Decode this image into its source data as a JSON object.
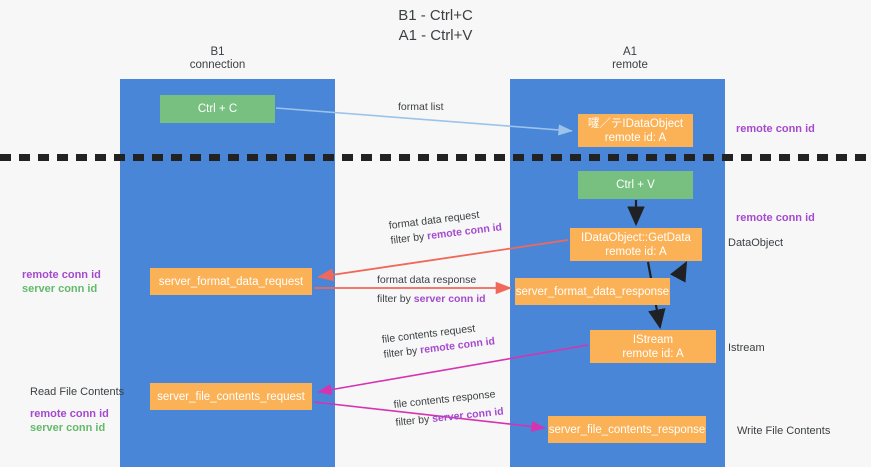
{
  "title": "B1 - Ctrl+C\nA1 - Ctrl+V",
  "columns": {
    "left": "B1\nconnection",
    "right": "A1\nremote"
  },
  "nodes": {
    "ctrl_c": "Ctrl + C",
    "idataobject": "嚺／テIDataObject\nremote id: A",
    "ctrl_v": "Ctrl + V",
    "getdata": "IDataObject::GetData\nremote id: A",
    "server_format_data_request": "server_format_data_request",
    "server_format_data_response": "server_format_data_response",
    "istream": "IStream\nremote id: A",
    "server_file_contents_request": "server_file_contents_request",
    "server_file_contents_response": "server_file_contents_response"
  },
  "edges": {
    "format_list": "format list",
    "format_data_request": "format data request",
    "format_data_request_filter_prefix": "filter by ",
    "format_data_request_filter_key": "remote conn id",
    "format_data_response": "format data response",
    "format_data_response_filter_prefix": "filter by ",
    "format_data_response_filter_key": "server conn id",
    "file_contents_request": "file contents request",
    "file_contents_request_filter_prefix": "filter by ",
    "file_contents_request_filter_key": "remote conn id",
    "file_contents_response": "file contents response",
    "file_contents_response_filter_prefix": "filter by ",
    "file_contents_response_filter_key": "server conn id"
  },
  "annotations": {
    "right_remote_conn_id_top": "remote conn id",
    "right_remote_conn_id_mid": "remote conn id",
    "right_dataobject": "DataObject",
    "right_istream": "Istream",
    "right_write_file_contents": "Write File Contents",
    "left_read_file_contents": "Read File Contents",
    "left_remote_conn_id_a": "remote conn id",
    "left_server_conn_id_a": "server conn id",
    "left_remote_conn_id_b": "remote conn id",
    "left_server_conn_id_b": "server conn id"
  },
  "colors": {
    "lane": "#4a86d8",
    "green_node": "#77c080",
    "orange_node": "#fbb156",
    "purple_text": "#a549cf",
    "green_text": "#63ba6b",
    "arrow_blue": "#9cc3ea",
    "arrow_red": "#f0685a",
    "arrow_magenta": "#d633b0",
    "arrow_dark": "#202124",
    "background": "#f7f7f7"
  }
}
